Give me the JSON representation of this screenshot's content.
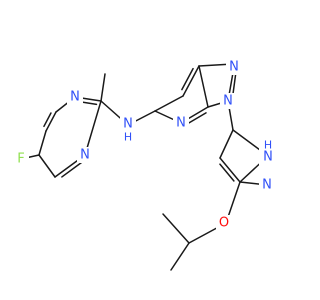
{
  "molecule": {
    "atoms": {
      "F": {
        "symbol": "F",
        "color": "#90e050"
      },
      "N_pyr1": {
        "symbol": "N",
        "color": "#3050f8"
      },
      "N_pyr2": {
        "symbol": "N",
        "color": "#3050f8"
      },
      "N_amine": {
        "symbol": "N",
        "color": "#3050f8"
      },
      "H_amine": {
        "symbol": "H",
        "color": "#3050f8"
      },
      "N_imid_top": {
        "symbol": "N",
        "color": "#3050f8"
      },
      "N_pyridine": {
        "symbol": "N",
        "color": "#3050f8"
      },
      "N_imid_sub": {
        "symbol": "N",
        "color": "#3050f8"
      },
      "N_pz_H": {
        "symbol": "N",
        "color": "#3050f8"
      },
      "H_pz": {
        "symbol": "H",
        "color": "#3050f8"
      },
      "N_pz2": {
        "symbol": "N",
        "color": "#3050f8"
      },
      "O": {
        "symbol": "O",
        "color": "#ff0d0d"
      }
    },
    "bond_color": "#1a1a1a"
  }
}
